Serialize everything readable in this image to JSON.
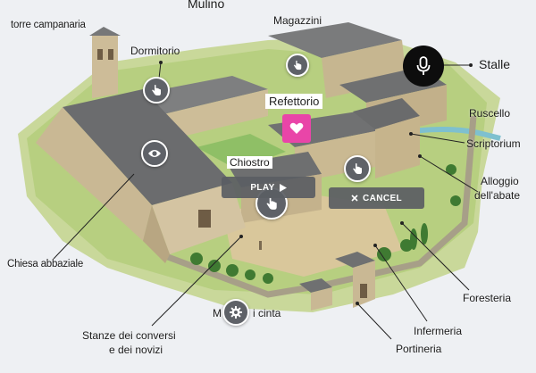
{
  "map": {
    "labels": {
      "torre": "torre campanaria",
      "mulino": "Mulino",
      "magazzini": "Magazzini",
      "dormitorio": "Dormitorio",
      "stalle": "Stalle",
      "refettorio": "Refettorio",
      "ruscello": "Ruscello",
      "scriptorium": "Scriptorium",
      "chiostro": "Chiostro",
      "alloggio1": "Alloggio",
      "alloggio2": "dell'abate",
      "chiesa": "Chiesa abbaziale",
      "foresteria": "Foresteria",
      "mura_left": "M",
      "mura_right": "i cinta",
      "stanze1": "Stanze dei conversi",
      "stanze2": "e dei novizi",
      "infermeria": "Infermeria",
      "portineria": "Portineria"
    }
  },
  "controls": {
    "play_label": "PLAY",
    "cancel_label": "CANCEL"
  },
  "colors": {
    "hotspot": "#5f6268",
    "mic": "#0d0d0d",
    "favorite": "#e945a8",
    "pill": "#5a5d63"
  }
}
